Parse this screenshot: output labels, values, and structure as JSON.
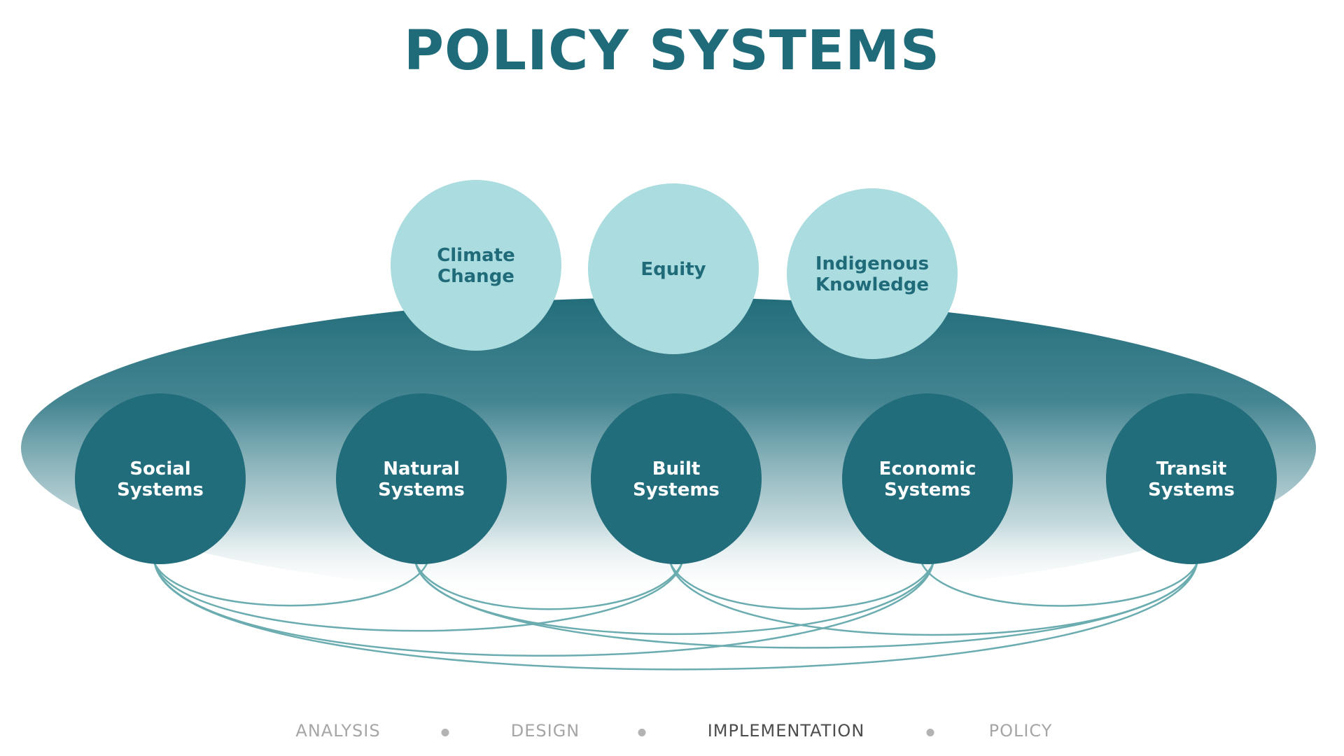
{
  "title": "POLICY SYSTEMS",
  "colors": {
    "title": "#1f6b7a",
    "ellipse_top": "#236d7b",
    "lens": "#abdcdf",
    "lens_text": "#1f6b7a",
    "system": "#226d7b",
    "system_text": "#ffffff",
    "connector": "#6aacaf",
    "step_inactive": "#a6a6a6",
    "step_active": "#4d4d4d"
  },
  "lenses": [
    {
      "id": "climate",
      "lines": [
        "Climate",
        "Change"
      ]
    },
    {
      "id": "equity",
      "lines": [
        "Equity"
      ]
    },
    {
      "id": "indigenous",
      "lines": [
        "Indigenous",
        "Knowledge"
      ]
    }
  ],
  "systems": [
    {
      "id": "social",
      "lines": [
        "Social",
        "Systems"
      ]
    },
    {
      "id": "natural",
      "lines": [
        "Natural",
        "Systems"
      ]
    },
    {
      "id": "built",
      "lines": [
        "Built",
        "Systems"
      ]
    },
    {
      "id": "economic",
      "lines": [
        "Economic",
        "Systems"
      ]
    },
    {
      "id": "transit",
      "lines": [
        "Transit",
        "Systems"
      ]
    }
  ],
  "connections": [
    [
      "social",
      "natural"
    ],
    [
      "social",
      "built"
    ],
    [
      "social",
      "economic"
    ],
    [
      "social",
      "transit"
    ],
    [
      "natural",
      "built"
    ],
    [
      "natural",
      "economic"
    ],
    [
      "natural",
      "transit"
    ],
    [
      "built",
      "economic"
    ],
    [
      "built",
      "transit"
    ],
    [
      "economic",
      "transit"
    ]
  ],
  "stepper": {
    "steps": [
      {
        "label": "ANALYSIS",
        "active": false
      },
      {
        "label": "DESIGN",
        "active": false
      },
      {
        "label": "IMPLEMENTATION",
        "active": true
      },
      {
        "label": "POLICY",
        "active": false
      }
    ]
  }
}
